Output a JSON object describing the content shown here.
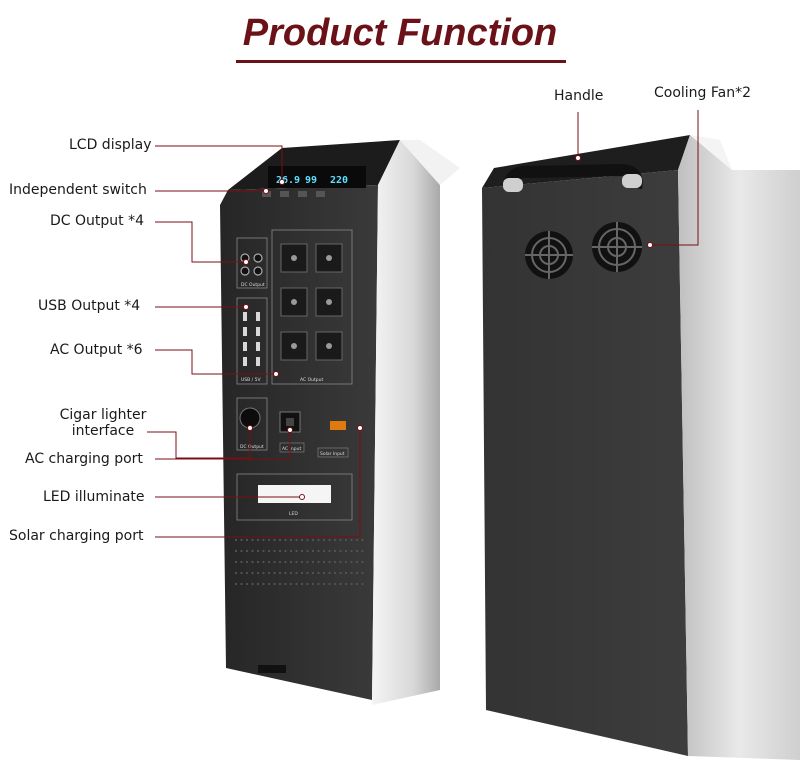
{
  "title": "Product Function",
  "labels": {
    "lcd": "LCD display",
    "switch": "Independent switch",
    "dc": "DC Output *4",
    "usb": "USB Output *4",
    "ac": "AC Output *6",
    "cigar_1": "Cigar lighter",
    "cigar_2": "interface",
    "ac_charge": "AC charging port",
    "led": "LED illuminate",
    "solar": "Solar charging port",
    "handle": "Handle",
    "fan": "Cooling Fan*2"
  },
  "device_text": {
    "lcd_1": "26.9",
    "lcd_2": "99",
    "lcd_3": "220",
    "dc_output": "DC Output",
    "usb_5v": "USB / 5V",
    "ac_output": "AC Output",
    "dc_output_2": "DC Output",
    "ac_input": "AC Input",
    "solar_input": "Solar Input",
    "led": "LED"
  },
  "colors": {
    "title": "#6b1219",
    "leader": "#7a0f14",
    "body_dark": "#2a2a2a",
    "body_light": "#e3e3e3"
  }
}
